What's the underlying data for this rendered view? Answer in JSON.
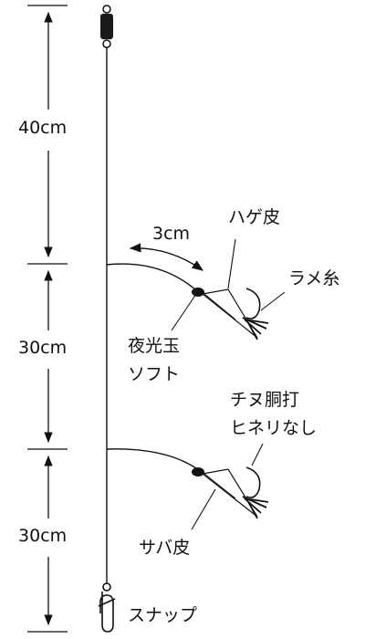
{
  "dimensions": {
    "top": "40cm",
    "middle": "30cm",
    "bottom": "30cm",
    "branch": "3cm"
  },
  "labels": {
    "hage_skin": "ハゲ皮",
    "lame_thread": "ラメ糸",
    "glow_bead_line1": "夜光玉",
    "glow_bead_line2": "ソフト",
    "hook_line1": "チヌ胴打",
    "hook_line2": "ヒネリなし",
    "mackerel_skin": "サバ皮",
    "snap": "スナップ"
  },
  "colors": {
    "line": "#111111",
    "swivel": "#1a1a1a"
  }
}
